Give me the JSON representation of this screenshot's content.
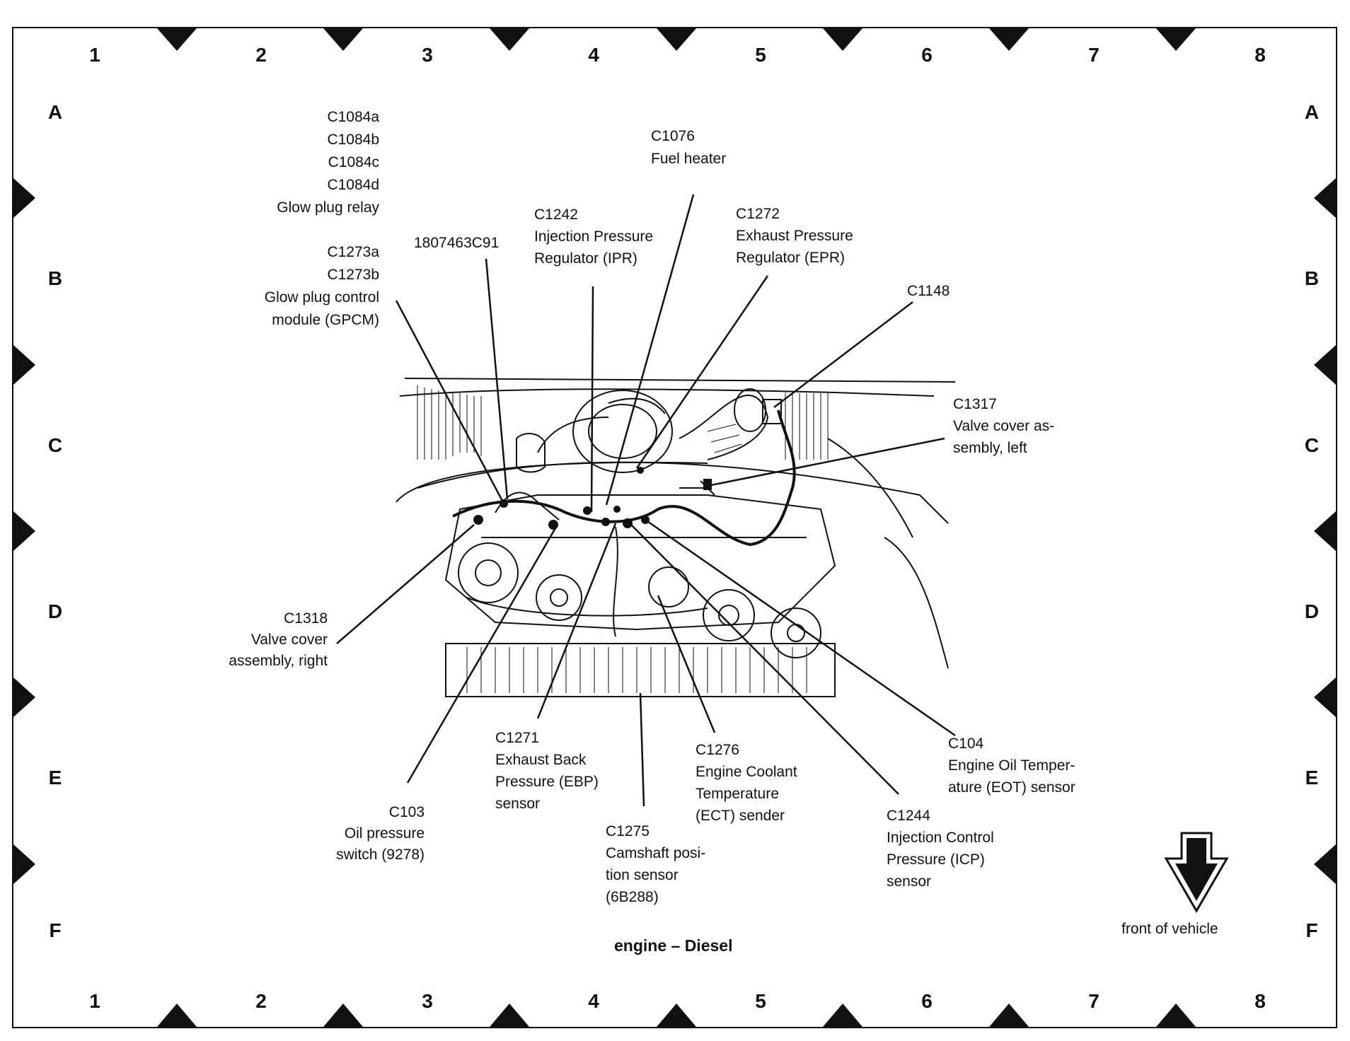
{
  "grid": {
    "columns": [
      "1",
      "2",
      "3",
      "4",
      "5",
      "6",
      "7",
      "8"
    ],
    "rows": [
      "A",
      "B",
      "C",
      "D",
      "E",
      "F"
    ]
  },
  "title": "engine – Diesel",
  "front_label": "front of vehicle",
  "callouts": {
    "glow_plug_relay": [
      "C1084a",
      "C1084b",
      "C1084c",
      "C1084d",
      "Glow plug relay"
    ],
    "part_number": [
      "1807463C91"
    ],
    "gpcm": [
      "C1273a",
      "C1273b",
      "Glow plug control",
      "module (GPCM)"
    ],
    "fuel_heater": [
      "C1076",
      "Fuel heater"
    ],
    "ipr": [
      "C1242",
      "Injection Pressure",
      "Regulator (IPR)"
    ],
    "epr": [
      "C1272",
      "Exhaust Pressure",
      "Regulator (EPR)"
    ],
    "c1148": [
      "C1148"
    ],
    "valve_cover_left": [
      "C1317",
      "Valve cover as-",
      "sembly, left"
    ],
    "valve_cover_right": [
      "C1318",
      "Valve cover",
      "assembly, right"
    ],
    "oil_pressure": [
      "C103",
      "Oil pressure",
      "switch (9278)"
    ],
    "ebp": [
      "C1271",
      "Exhaust Back",
      "Pressure (EBP)",
      "sensor"
    ],
    "camshaft": [
      "C1275",
      "Camshaft posi-",
      "tion sensor",
      "(6B288)"
    ],
    "ect": [
      "C1276",
      "Engine Coolant",
      "Temperature",
      "(ECT) sender"
    ],
    "icp": [
      "C1244",
      "Injection Control",
      "Pressure (ICP)",
      "sensor"
    ],
    "eot": [
      "C104",
      "Engine Oil Temper-",
      "ature (EOT) sensor"
    ]
  },
  "colors": {
    "ink": "#111111",
    "paper": "#ffffff"
  }
}
